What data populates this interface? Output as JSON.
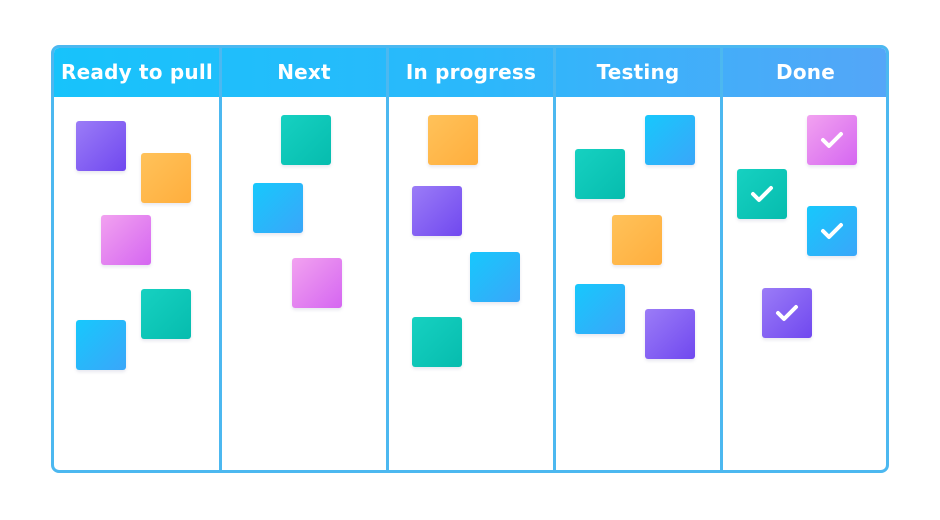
{
  "board": {
    "columns": [
      {
        "title": "Ready to pull"
      },
      {
        "title": "Next"
      },
      {
        "title": "In progress"
      },
      {
        "title": "Testing"
      },
      {
        "title": "Done"
      }
    ]
  },
  "colors": {
    "header_start": "#17c3fb",
    "header_end": "#54a6f8",
    "border": "#4cb8f0",
    "purple": "#8561f3",
    "orange": "#ffb84a",
    "pink": "#e684f0",
    "teal": "#0bc6b8",
    "blue": "#27b7fb"
  },
  "cards": [
    {
      "column": "Ready to pull",
      "color": "purple",
      "done": false
    },
    {
      "column": "Ready to pull",
      "color": "orange",
      "done": false
    },
    {
      "column": "Ready to pull",
      "color": "pink",
      "done": false
    },
    {
      "column": "Ready to pull",
      "color": "teal",
      "done": false
    },
    {
      "column": "Ready to pull",
      "color": "blue",
      "done": false
    },
    {
      "column": "Next",
      "color": "teal",
      "done": false
    },
    {
      "column": "Next",
      "color": "blue",
      "done": false
    },
    {
      "column": "Next",
      "color": "pink",
      "done": false
    },
    {
      "column": "In progress",
      "color": "orange",
      "done": false
    },
    {
      "column": "In progress",
      "color": "purple",
      "done": false
    },
    {
      "column": "In progress",
      "color": "blue",
      "done": false
    },
    {
      "column": "In progress",
      "color": "teal",
      "done": false
    },
    {
      "column": "Testing",
      "color": "blue",
      "done": false
    },
    {
      "column": "Testing",
      "color": "teal",
      "done": false
    },
    {
      "column": "Testing",
      "color": "orange",
      "done": false
    },
    {
      "column": "Testing",
      "color": "blue",
      "done": false
    },
    {
      "column": "Testing",
      "color": "purple",
      "done": false
    },
    {
      "column": "Done",
      "color": "pink",
      "done": true,
      "icon": "checkmark-icon"
    },
    {
      "column": "Done",
      "color": "teal",
      "done": true,
      "icon": "checkmark-icon"
    },
    {
      "column": "Done",
      "color": "blue",
      "done": true,
      "icon": "checkmark-icon"
    },
    {
      "column": "Done",
      "color": "purple",
      "done": true,
      "icon": "checkmark-icon"
    }
  ]
}
